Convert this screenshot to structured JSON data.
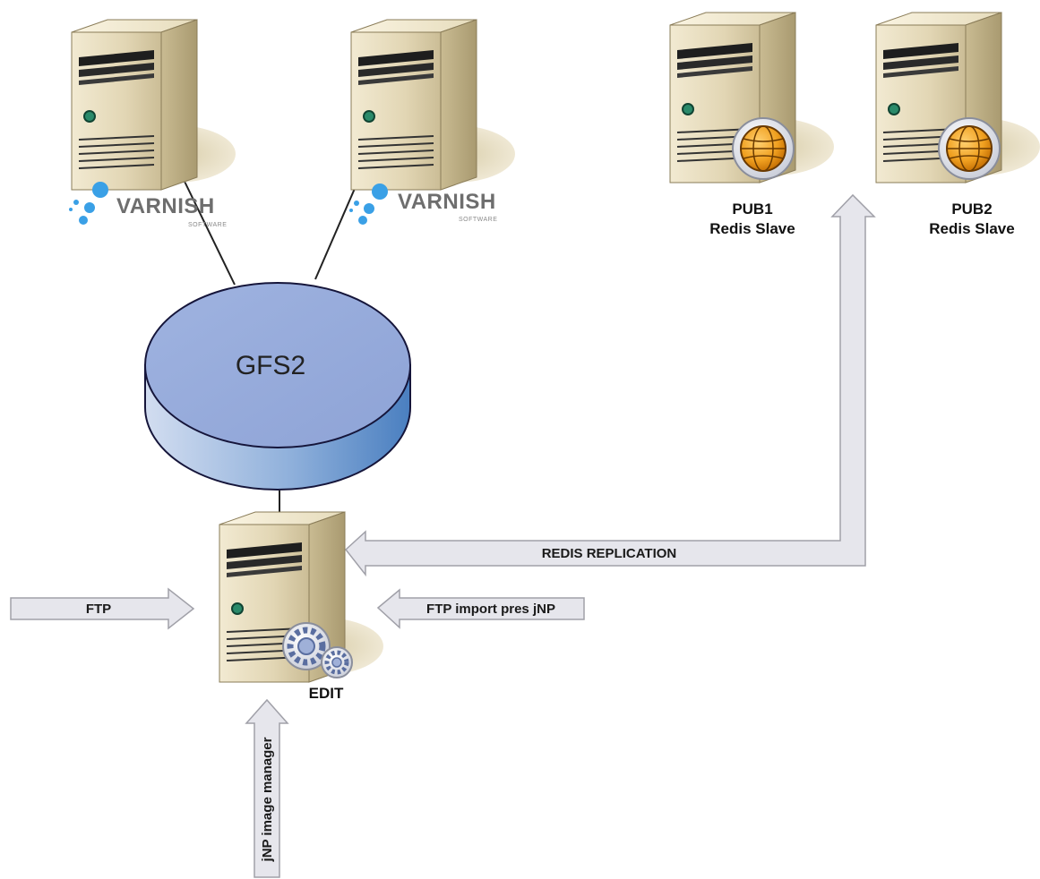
{
  "nodes": {
    "varnish_left": {
      "logo_word": "VARNISH",
      "logo_sub": "SOFTWARE"
    },
    "varnish_right": {
      "logo_word": "VARNISH",
      "logo_sub": "SOFTWARE"
    },
    "pub1": {
      "line1": "PUB1",
      "line2": "Redis Slave"
    },
    "pub2": {
      "line1": "PUB2",
      "line2": "Redis Slave"
    },
    "storage": {
      "label": "GFS2"
    },
    "edit": {
      "label": "EDIT"
    }
  },
  "arrows": {
    "redis_replication": "REDIS REPLICATION",
    "ftp": "FTP",
    "ftp_import": "FTP import pres jNP",
    "image_manager": "jNP image manager"
  },
  "colors": {
    "server_body": "#e2d6b4",
    "server_shadow": "#d8ccaa",
    "storage_top": "#9bb0df",
    "storage_side": "#5a8ac6",
    "arrow_fill": "#e6e6ec",
    "arrow_stroke": "#a0a0a8",
    "varnish_dot": "#3aa0e6",
    "globe": "#f0a020"
  }
}
